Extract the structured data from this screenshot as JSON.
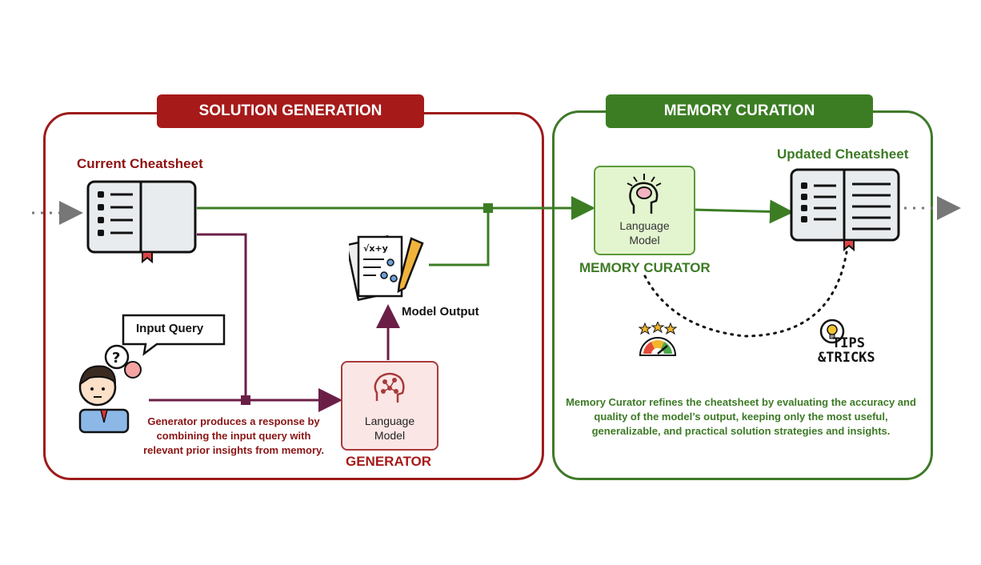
{
  "sections": {
    "solution_generation": "SOLUTION GENERATION",
    "memory_curation": "MEMORY CURATION"
  },
  "labels": {
    "current_cheatsheet": "Current Cheatsheet",
    "updated_cheatsheet": "Updated Cheatsheet",
    "input_query": "Input Query",
    "model_output": "Model Output",
    "generator": "GENERATOR",
    "memory_curator": "MEMORY CURATOR",
    "language_model_line1": "Language",
    "language_model_line2": "Model",
    "tips_line1": "TIPS",
    "tips_line2": "&TRICKS"
  },
  "descriptions": {
    "generator_bold": "Generator",
    "generator_rest": " produces a response by combining the input query with relevant prior insights from memory.",
    "curator_bold": "Memory Curator",
    "curator_rest": " refines the cheatsheet by evaluating the accuracy and quality of the model’s output, keeping only the most useful, generalizable, and practical solution strategies and insights."
  },
  "colors": {
    "red": "#a61a1a",
    "green": "#3c7d24",
    "purple": "#6b1f47",
    "gray": "#777777"
  }
}
